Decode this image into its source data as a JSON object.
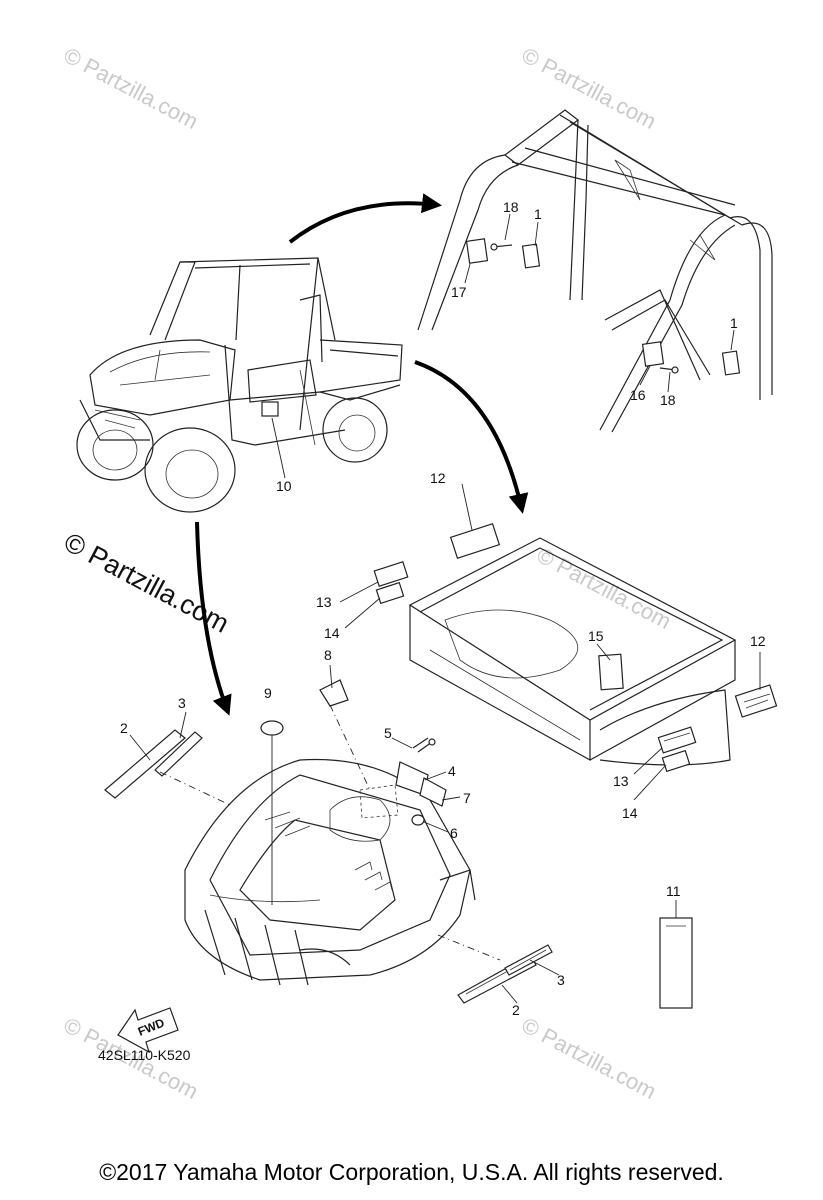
{
  "diagram": {
    "reference_code": "42SL110-K520",
    "fwd_label": "FWD",
    "copyright": "©2017  Yamaha Motor Corporation, U.S.A. All rights reserved.",
    "watermarks": [
      "© Partzilla.com",
      "© Partzilla.com",
      "© Partzilla.com",
      "© Partzilla.com",
      "© Partzilla.com",
      "© Partzilla.com"
    ],
    "part_labels": {
      "p1a": "1",
      "p1b": "1",
      "p2a": "2",
      "p2b": "2",
      "p3a": "3",
      "p3b": "3",
      "p4": "4",
      "p5": "5",
      "p6": "6",
      "p7": "7",
      "p8": "8",
      "p9": "9",
      "p10": "10",
      "p11": "11",
      "p12a": "12",
      "p12b": "12",
      "p13a": "13",
      "p13b": "13",
      "p14a": "14",
      "p14b": "14",
      "p15": "15",
      "p16": "16",
      "p17": "17",
      "p18a": "18",
      "p18b": "18"
    }
  }
}
